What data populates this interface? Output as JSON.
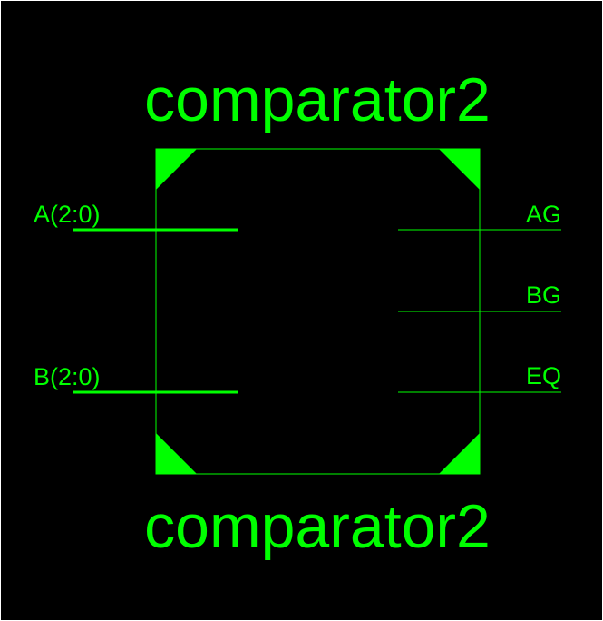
{
  "symbol": {
    "title_top": "comparator2",
    "title_bottom": "comparator2"
  },
  "inputs": [
    {
      "label": "A(2:0)",
      "bus": true
    },
    {
      "label": "B(2:0)",
      "bus": true
    }
  ],
  "outputs": [
    {
      "label": "AG",
      "bus": false
    },
    {
      "label": "BG",
      "bus": false
    },
    {
      "label": "EQ",
      "bus": false
    }
  ],
  "colors": {
    "background": "#000000",
    "symbol": "#00ff00",
    "frame": "#ffffff"
  }
}
